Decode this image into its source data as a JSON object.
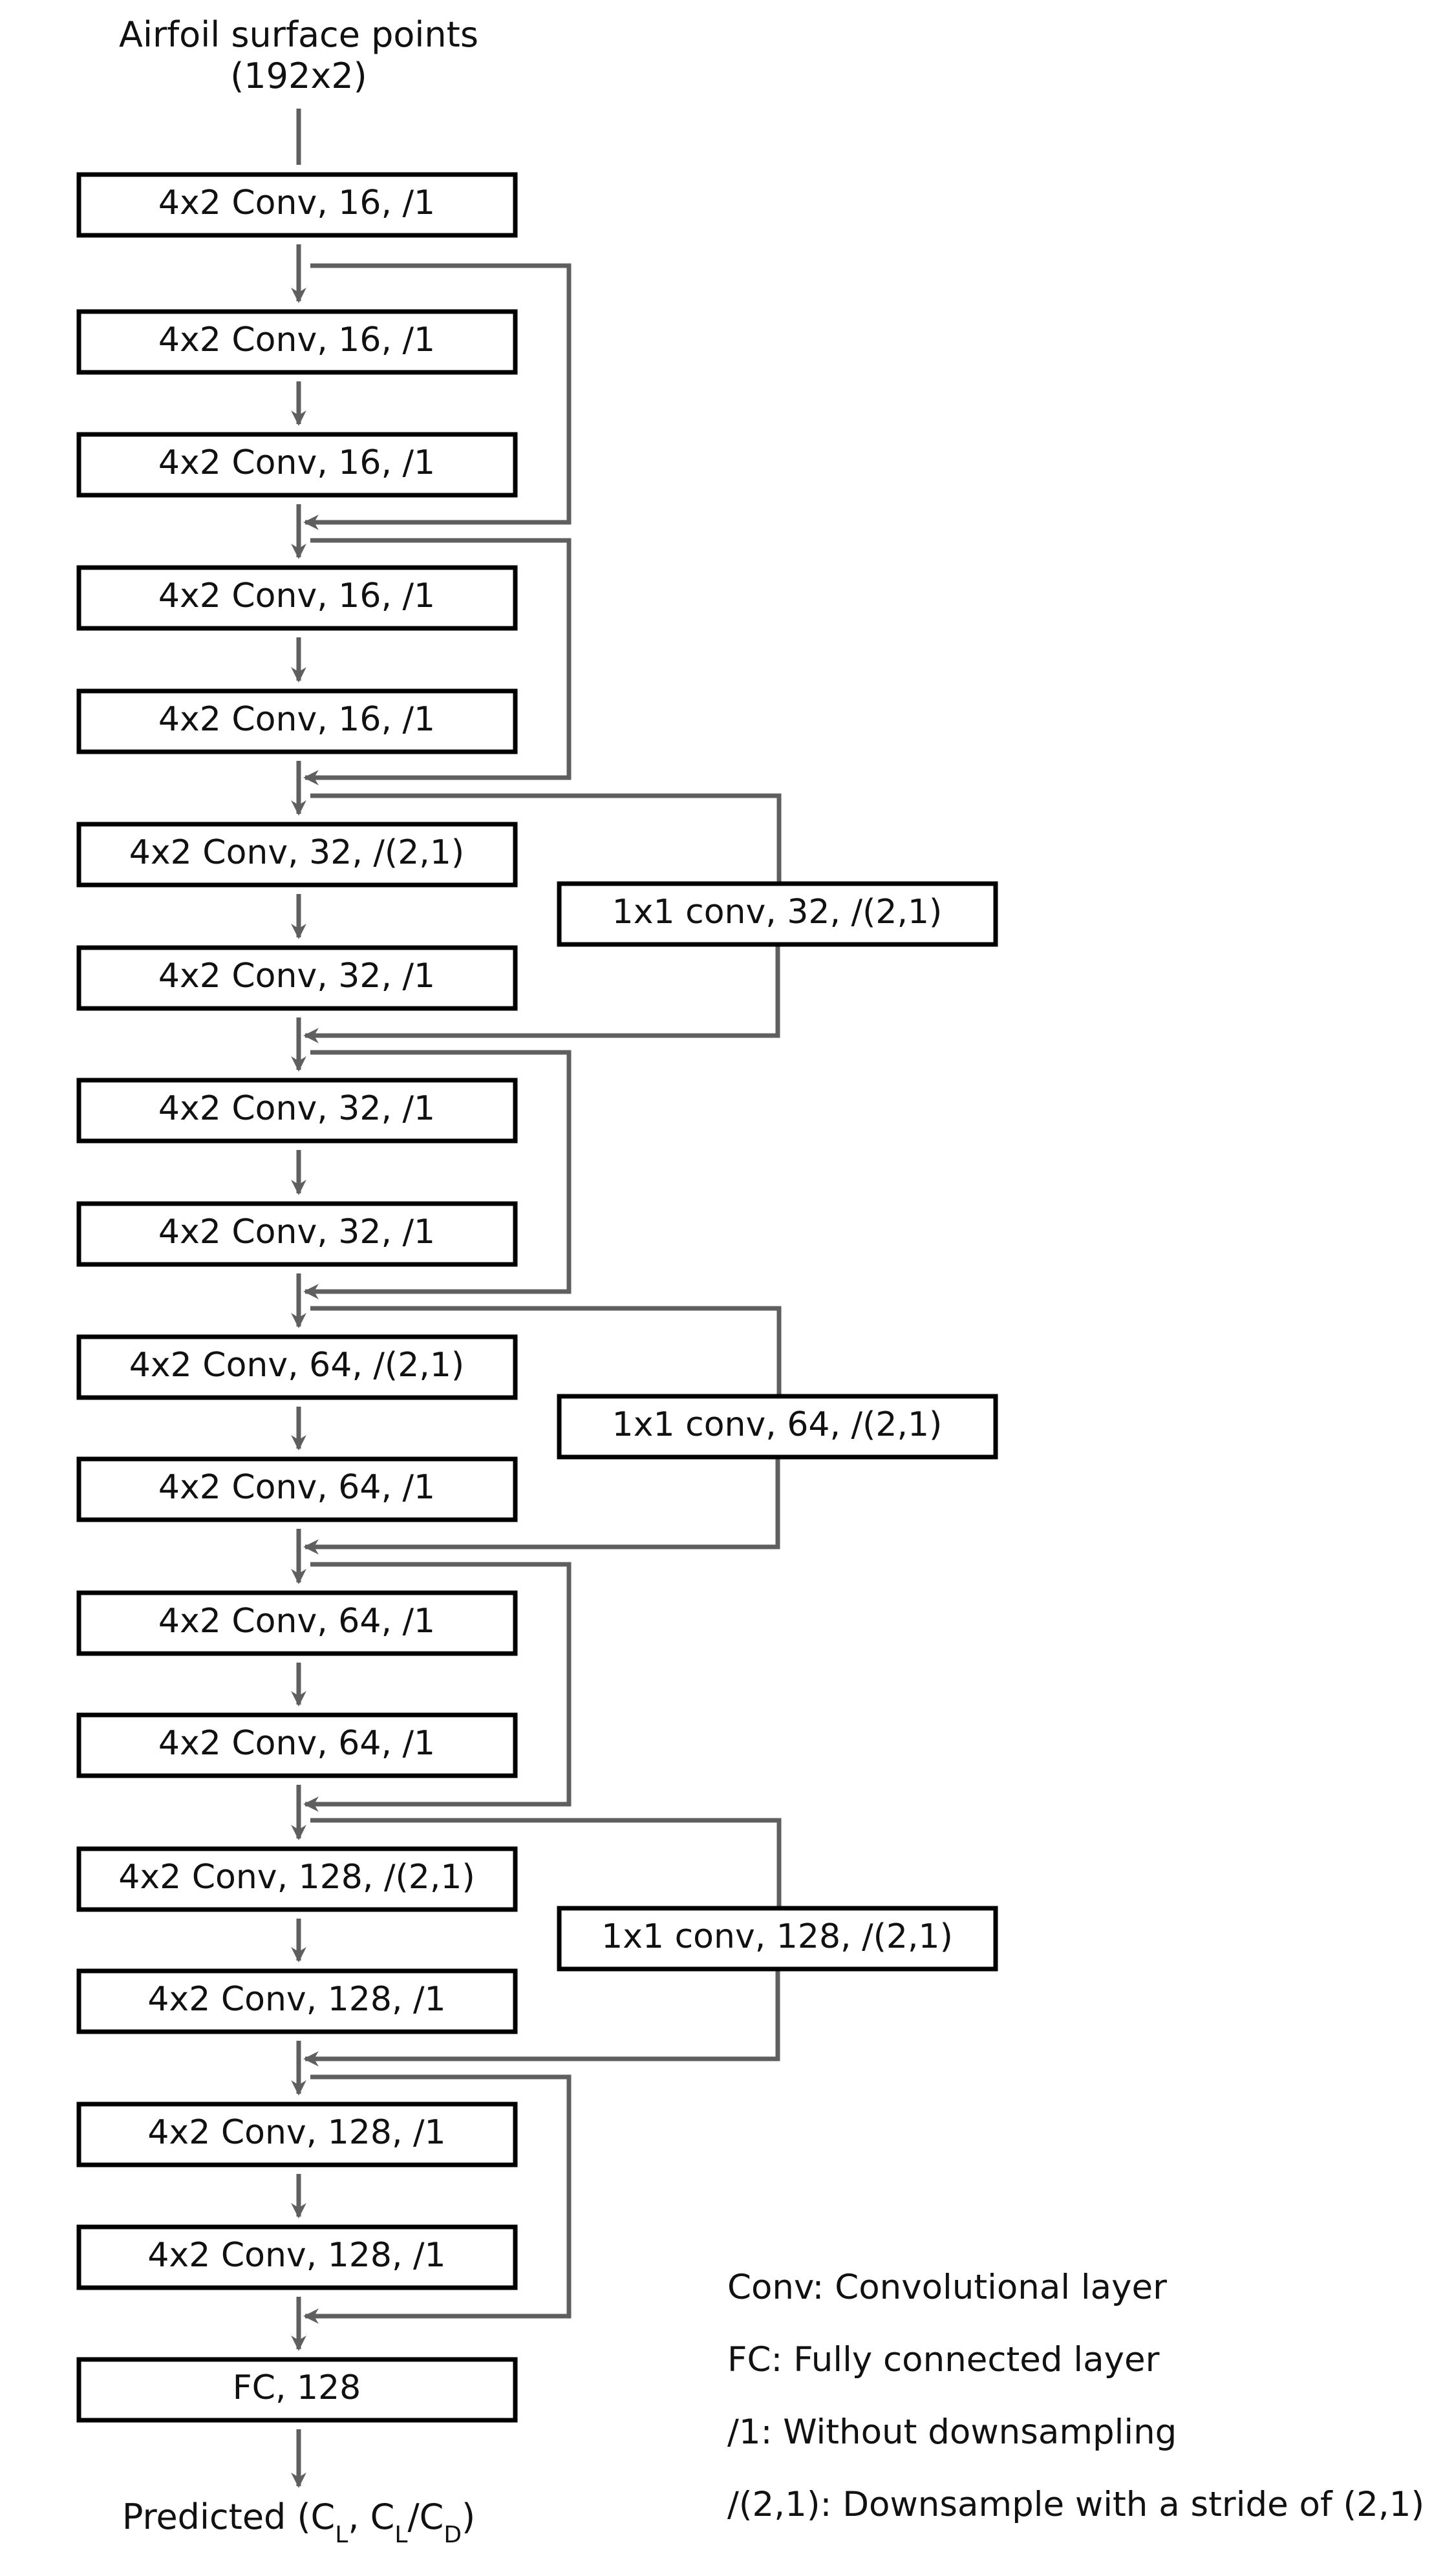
{
  "input_label": {
    "line1": "Airfoil surface points",
    "line2": "(192x2)"
  },
  "main_layers": [
    "4x2 Conv, 16, /1",
    "4x2 Conv, 16, /1",
    "4x2 Conv, 16, /1",
    "4x2 Conv, 16, /1",
    "4x2 Conv, 16, /1",
    "4x2 Conv, 32, /(2,1)",
    "4x2 Conv, 32, /1",
    "4x2 Conv, 32, /1",
    "4x2 Conv, 32, /1",
    "4x2 Conv, 64, /(2,1)",
    "4x2 Conv, 64, /1",
    "4x2 Conv, 64, /1",
    "4x2 Conv, 64, /1",
    "4x2 Conv, 128, /(2,1)",
    "4x2 Conv, 128, /1",
    "4x2 Conv, 128, /1",
    "4x2 Conv, 128, /1",
    "FC, 128"
  ],
  "shortcut_layers": [
    "1x1 conv, 32, /(2,1)",
    "1x1 conv, 64, /(2,1)",
    "1x1 conv, 128, /(2,1)"
  ],
  "output_label": {
    "prefix": "Predicted (C",
    "sub1": "L",
    "mid": ", C",
    "sub2": "L",
    "slash": "/C",
    "sub3": "D",
    "suffix": ")"
  },
  "legend": [
    "Conv: Convolutional layer",
    "FC: Fully connected layer",
    "/1: Without downsampling",
    "/(2,1): Downsample with a stride of (2,1)"
  ],
  "colors": {
    "connector": "#5f5f5f",
    "box_border": "#000000",
    "text": "#111111"
  }
}
